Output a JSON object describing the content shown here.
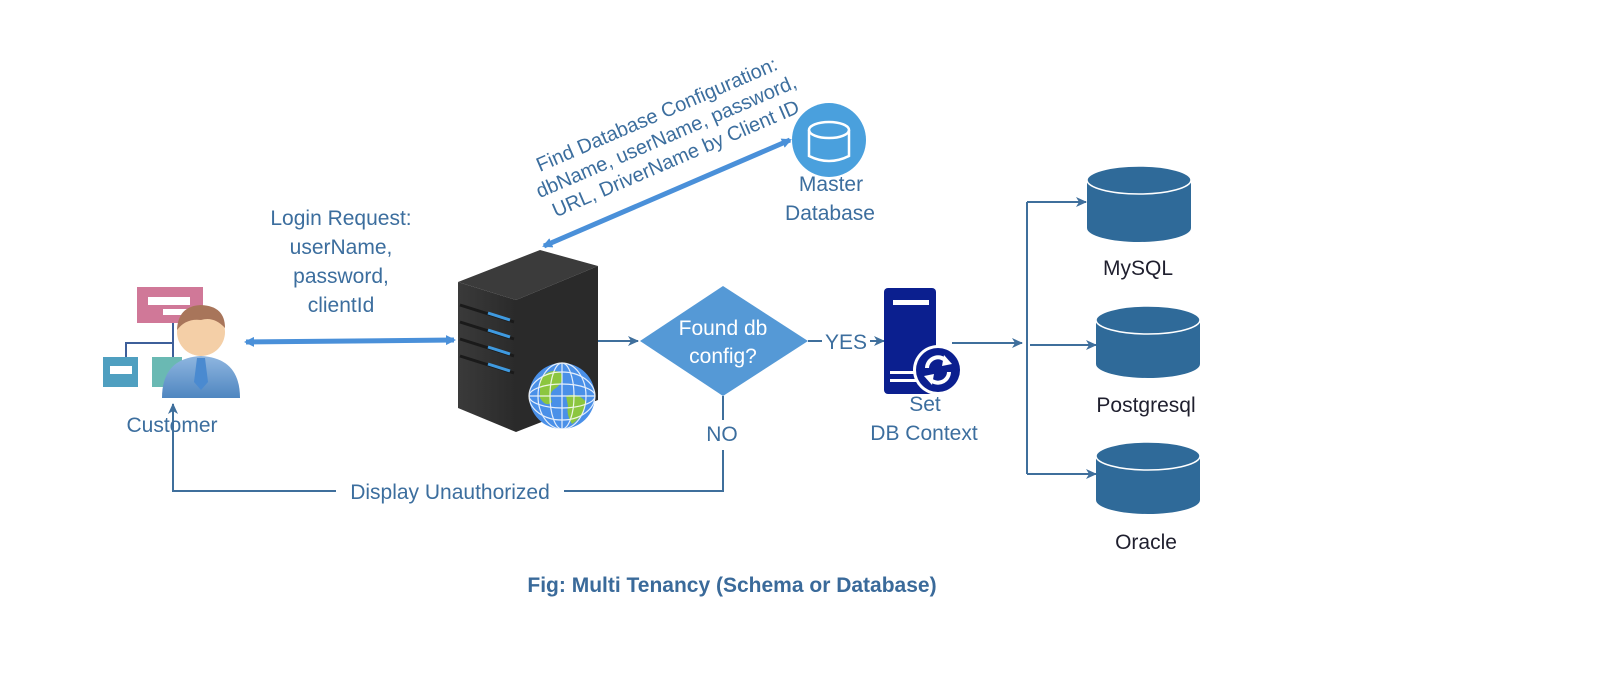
{
  "diagram": {
    "caption": "Fig: Multi Tenancy (Schema or Database)",
    "colors": {
      "label_blue": "#3c6e9e",
      "arrow_blue": "#4a90d9",
      "connector": "#3f6f9c",
      "db_cylinder": "#2f6a99",
      "master_db": "#4aa0dd",
      "decision": "#5599d6",
      "db_context": "#0b1f8f",
      "server_body": "#2e2e2e"
    },
    "nodes": {
      "customer": {
        "label": "Customer",
        "icon": "customer-user-icon"
      },
      "server": {
        "icon": "web-server-icon"
      },
      "master_db": {
        "label_line1": "Master",
        "label_line2": "Database",
        "icon": "master-database-icon"
      },
      "decision": {
        "line1": "Found db",
        "line2": "config?"
      },
      "db_context": {
        "label_line1": "Set",
        "label_line2": "DB Context",
        "icon": "db-context-sync-icon"
      },
      "databases": [
        {
          "label": "MySQL",
          "icon": "database-cylinder-icon"
        },
        {
          "label": "Postgresql",
          "icon": "database-cylinder-icon"
        },
        {
          "label": "Oracle",
          "icon": "database-cylinder-icon"
        }
      ]
    },
    "edges": {
      "login_request": {
        "lines": [
          "Login Request:",
          "userName,",
          "password,",
          "clientId"
        ]
      },
      "find_config": {
        "lines": [
          "Find Database Configuration:",
          "dbName, userName, password,",
          "URL, DriverName by Client ID"
        ]
      },
      "yes_label": "YES",
      "no_label": "NO",
      "unauthorized_label": "Display Unauthorized"
    }
  }
}
